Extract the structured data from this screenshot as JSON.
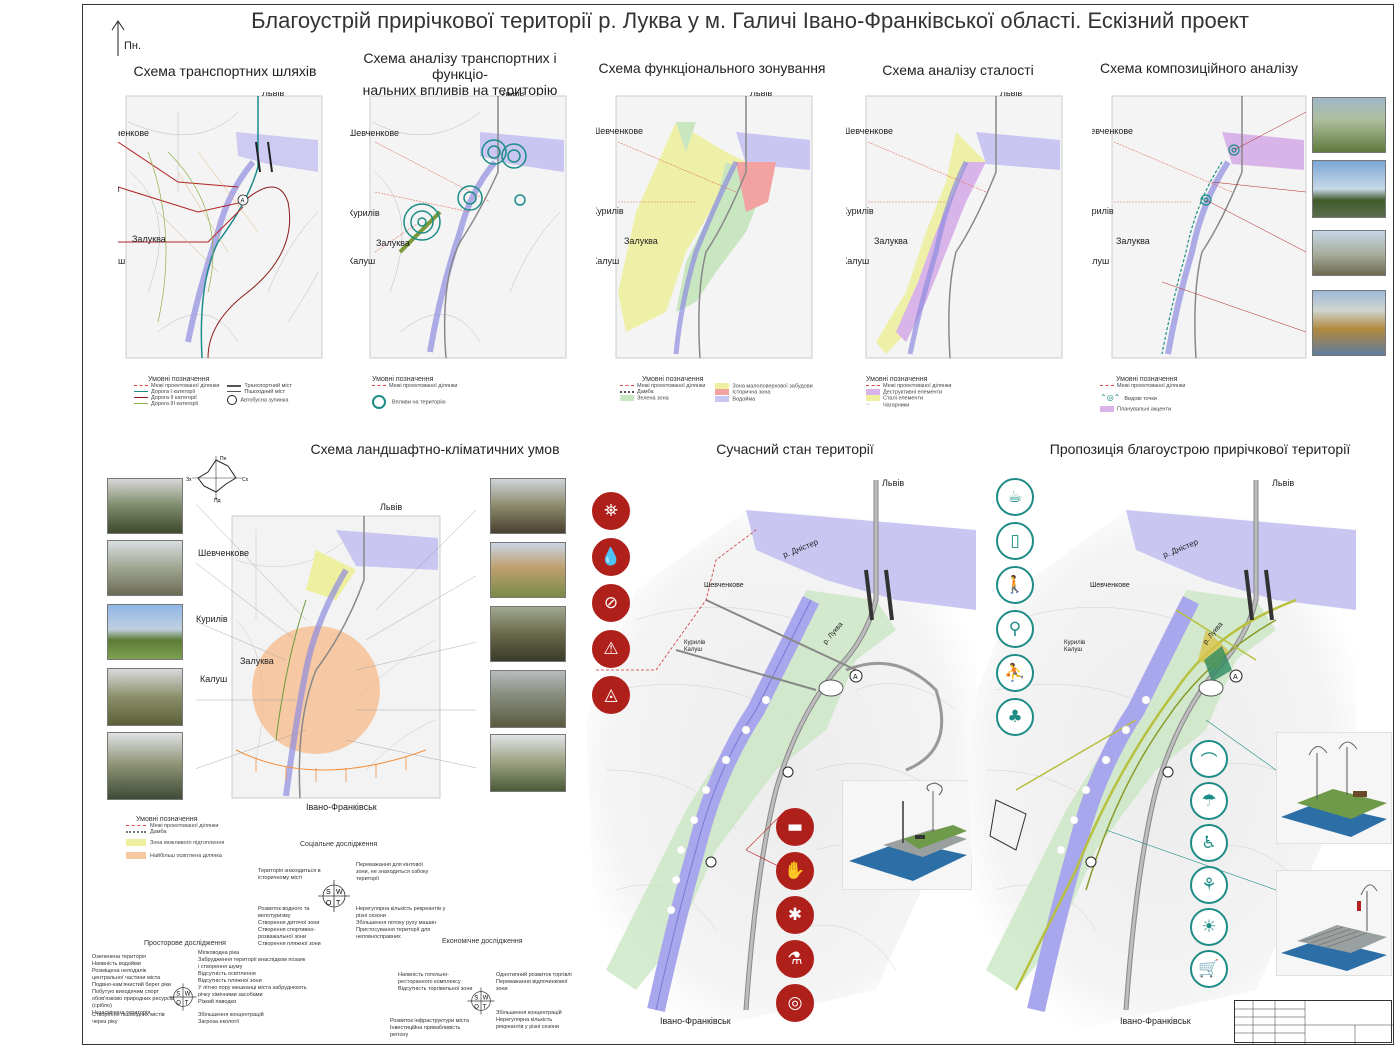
{
  "title": "Благоустрій прирічкової території р. Луква у м. Галичі Івано-Франківської області. Ескізний проект",
  "north_label": "Пн.",
  "schemes": [
    {
      "title_line1": "Схема транспортних шляхів",
      "title_line2": ""
    },
    {
      "title_line1": "Схема аналізу транспортних і функціо-",
      "title_line2": "нальних впливів на територію"
    },
    {
      "title_line1": "Схема функціонального зонування",
      "title_line2": ""
    },
    {
      "title_line1": "Схема аналізу сталості",
      "title_line2": ""
    },
    {
      "title_line1": "Схема композиційного аналізу",
      "title_line2": ""
    }
  ],
  "towns": {
    "lviv": "Львів",
    "shevchenkove": "Шевченкове",
    "kuryliv": "Курилів",
    "zalukva": "Залуква",
    "kalush": "Калуш",
    "ivano_frankivsk": "Івано-Франківськ",
    "dnister": "р. Дністер",
    "lukva": "р. Луква",
    "kuryliv_kalush": "Курилів\nКалуш"
  },
  "legend_common_title": "Умовні позначення",
  "legend_common_boundary": "Межі проектованої ділянки",
  "legend1": [
    "Межі проектованої ділянки",
    "Дорога I категорії",
    "Дорога II категорії",
    "Дорога III категорії",
    "Транспортний міст",
    "Пішохідний міст",
    "Автобусна зупинка"
  ],
  "legend2": [
    "Межі проектованої ділянки",
    "Впливи на територію"
  ],
  "legend3": [
    "Межі проектованої ділянки",
    "Дамба",
    "Зелена зона",
    "Зона малоповерхової забудови",
    "Історична зона",
    "Водойма"
  ],
  "legend4": [
    "Межі проектованої ділянки",
    "Деструктивні елементи",
    "Сталі елементи",
    "Чагарники"
  ],
  "legend5": [
    "Межі проектованої ділянки",
    "Видові точки",
    "Планувальні акценти"
  ],
  "landscape_title": "Схема ландшафтно-кліматичних умов",
  "compass": {
    "n": "Пн",
    "s": "Пд",
    "w": "Зх",
    "e": "Сх"
  },
  "landscape_legend": [
    "Межі проектованої ділянки",
    "Дамба",
    "Зона можливого підтоплення",
    "Найбільш освітлена ділянка"
  ],
  "current_title": "Сучасний стан території",
  "proposal_title": "Пропозиція благоустрою прирічкової території",
  "social": {
    "title": "Соціальне дослідження",
    "s": "Територія знаходиться в історичному місті",
    "w": "Переважання для кінтової зони, не знаходиться озбоку території",
    "o": "Розвиток водного та велотуризму\nСтворення дитячої зони\nСтворення спортивно-розважальної зони\nСтворення пляжної зони",
    "t": "Нерегулярна кількість рекреантів у різні сезони\nЗбільшення потоку руху машин\nПристосування території для неповносправних"
  },
  "spatial": {
    "title": "Просторове дослідження",
    "s": "Озеленена територія\nНаявність водойми\nРозміщена неподалік центральної частини міста\nПодвно-кам'янистий берег ріки\nПобутую виходячим спорт обов'язково природних ресурсів (срібло)\nНезасмічена територія",
    "w": "Мілководна ріка\nЗабрудження території внаслідком позаяк і створення шуму\nВідсутність освітлення\nВідсутність пляжної зони\nУ літню пору мешканці міста забруднюють річку хімічними засобами\nРізкий паводки",
    "o": "Створення пішохідних містів через ріку",
    "t": "Збільшення концентрацій\nЗагроза екології"
  },
  "economic": {
    "title": "Економічне дослідження",
    "s": "Наявність готельно-ресторанного комплексу\nВідсутність торгівельної зони",
    "w": "Однотипний розвиток торгівлі\nПереважання відпочинкової зони",
    "o": "Розвиток інфраструктури міста\nІнвестиційна привабливість регіону",
    "t": "Збільшення концентрацій\nНерегулярна кількість рекреантів у різні сезони"
  },
  "colors": {
    "river": "#b9b8ee",
    "green": "#c8e6c0",
    "yellow": "#eef0a0",
    "pink": "#f2a2a0",
    "purple": "#d8b4e8",
    "red_icon": "#b0201a",
    "teal_icon": "#1e8c86",
    "orange": "#f7b27a"
  },
  "red_icons": [
    "lighthouse-icon",
    "water-drops-icon",
    "no-eye-icon",
    "car-collision-icon",
    "water-drop-icon"
  ],
  "red_icons_lower": [
    "car-icon",
    "hand-icon",
    "spark-icon",
    "flask-icon",
    "rings-icon"
  ],
  "teal_icons": [
    "cafe-icon",
    "trash-bin-icon",
    "pedestrian-icon",
    "bicycle-icon",
    "playground-icon",
    "tree-icon"
  ],
  "teal_icons_lower": [
    "bridge-icon",
    "beach-umbrella-icon",
    "wheelchair-icon",
    "seating-icon",
    "lightbulb-icon",
    "cart-icon"
  ]
}
